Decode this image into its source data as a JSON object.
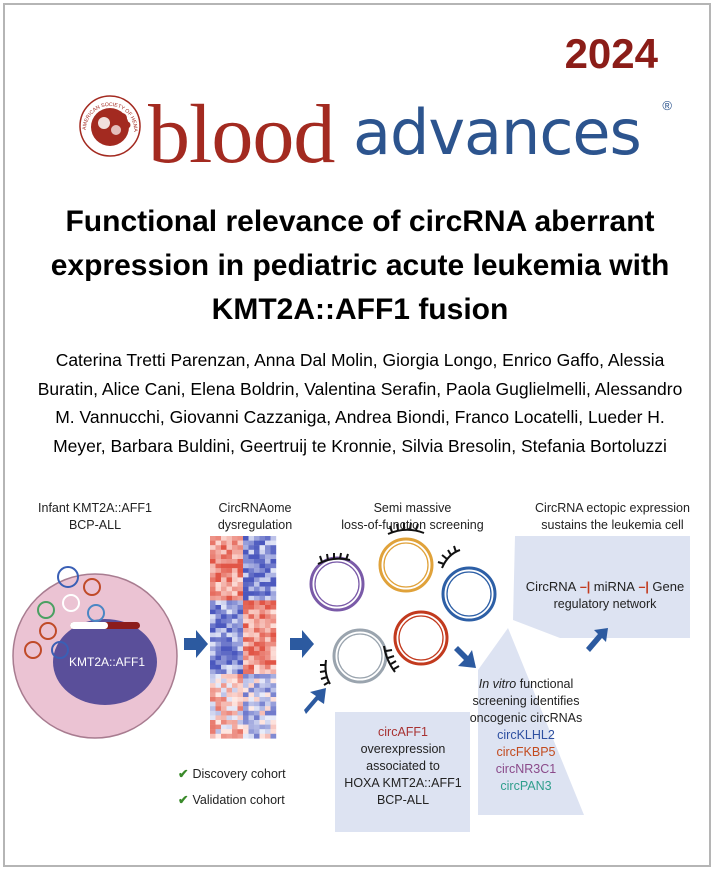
{
  "year": "2024",
  "journal": {
    "word1": "blood",
    "word2": "advances",
    "registered": "®",
    "seal_text": "AMERICAN SOCIETY OF HEMATOLOGY"
  },
  "title_lines": [
    "Functional relevance of circRNA aberrant",
    "expression in pediatric acute leukemia with",
    "KMT2A::AFF1 fusion"
  ],
  "author_lines": [
    "Caterina Tretti Parenzan, Anna Dal Molin, Giorgia Longo, Enrico Gaffo, Alessia",
    "Buratin, Alice Cani, Elena Boldrin, Valentina Serafin, Paola Guglielmelli, Alessandro",
    "M. Vannucchi, Giovanni Cazzaniga, Andrea Biondi, Franco Locatelli, Lueder H.",
    "Meyer, Barbara Buldini, Geertruij te Kronnie, Silvia Bresolin, Stefania Bortoluzzi"
  ],
  "abstract": {
    "step1": {
      "line1": "Infant KMT2A::AFF1",
      "line2": "BCP-ALL",
      "nucleus_label": "KMT2A::AFF1"
    },
    "step2": {
      "line1": "CircRNAome",
      "line2": "dysregulation"
    },
    "step3": {
      "line1": "Semi massive",
      "line2": "loss-of-function screening"
    },
    "step4": {
      "line1": "CircRNA ectopic expression",
      "line2": "sustains the leukemia cell"
    },
    "cohorts": [
      {
        "check": "✔",
        "label": "Discovery cohort"
      },
      {
        "check": "✔",
        "label": "Validation cohort"
      }
    ],
    "box_aff1": {
      "name": "circAFF1",
      "line2": "overexpression",
      "line3": "associated to",
      "line4": "HOXA KMT2A::AFF1",
      "line5": "BCP-ALL"
    },
    "box_invitro": {
      "em": "In vitro",
      "line1_rest": " functional",
      "line2": "screening identifies",
      "line3": "oncogenic circRNAs",
      "circs": [
        "circKLHL2",
        "circFKBP5",
        "circNR3C1",
        "circPAN3"
      ]
    },
    "box_network": {
      "circrna": "CircRNA",
      "mirna": "miRNA",
      "gene": "Gene",
      "line2": "regulatory network"
    },
    "colors": {
      "blue": "#2d4fa0",
      "red": "#c24a1e",
      "purple": "#8a4a8a",
      "teal": "#2f9e8c",
      "arrow": "#2c5aa0",
      "accent": "#8b1d18"
    }
  }
}
